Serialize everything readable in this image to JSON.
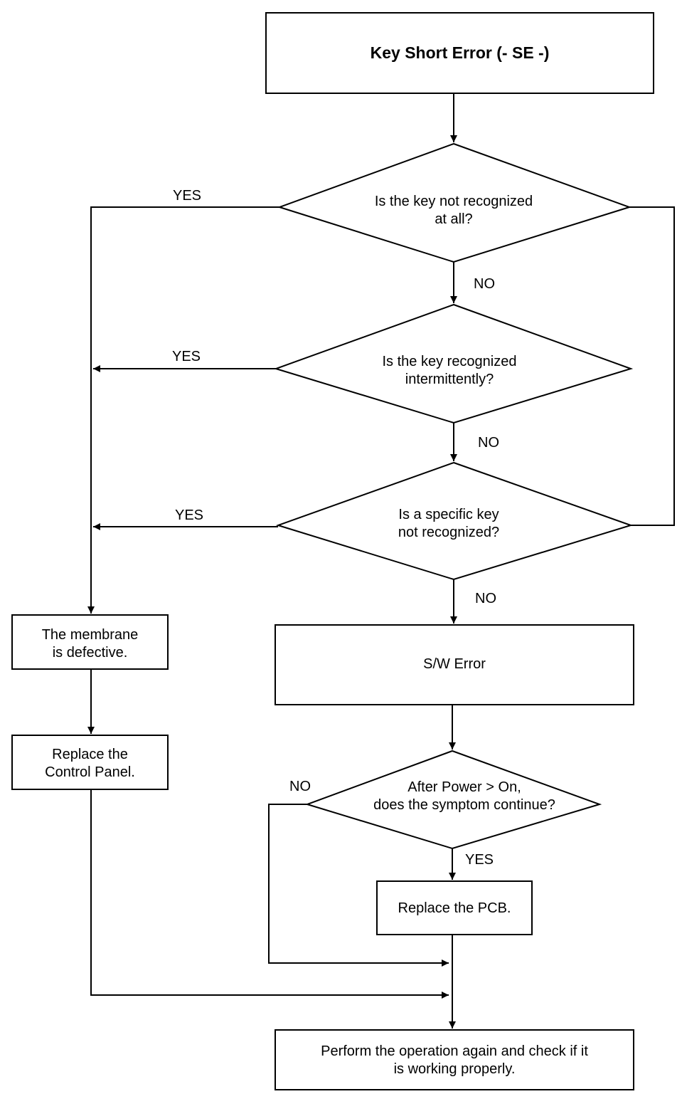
{
  "title": "Key Short Error (- SE -)",
  "decisions": {
    "d1": "Is the key not recognized\nat all?",
    "d2": "Is the key recognized\nintermittently?",
    "d3": "Is a specific key\nnot recognized?",
    "d4": "After Power > On,\ndoes the symptom continue?"
  },
  "boxes": {
    "membrane": "The membrane\nis defective.",
    "replace_panel": "Replace the\nControl Panel.",
    "sw_error": "S/W Error",
    "replace_pcb": "Replace the PCB.",
    "final": "Perform the operation again and check if it\nis working properly."
  },
  "labels": {
    "d1_yes": "YES",
    "d1_no": "NO",
    "d2_yes": "YES",
    "d2_no": "NO",
    "d3_yes": "YES",
    "d3_no": "NO",
    "d4_no": "NO",
    "d4_yes": "YES"
  }
}
